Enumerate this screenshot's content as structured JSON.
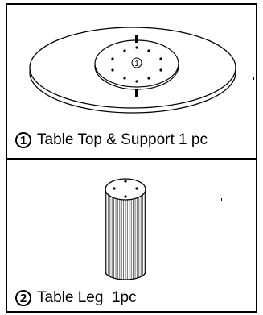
{
  "parts": [
    {
      "number": "1",
      "caption": "Table Top & Support 1 pc",
      "center_mark": "1"
    },
    {
      "number": "2",
      "caption": "Table Leg  1pc"
    }
  ],
  "icons": {
    "badge": "circled-number-icon"
  }
}
